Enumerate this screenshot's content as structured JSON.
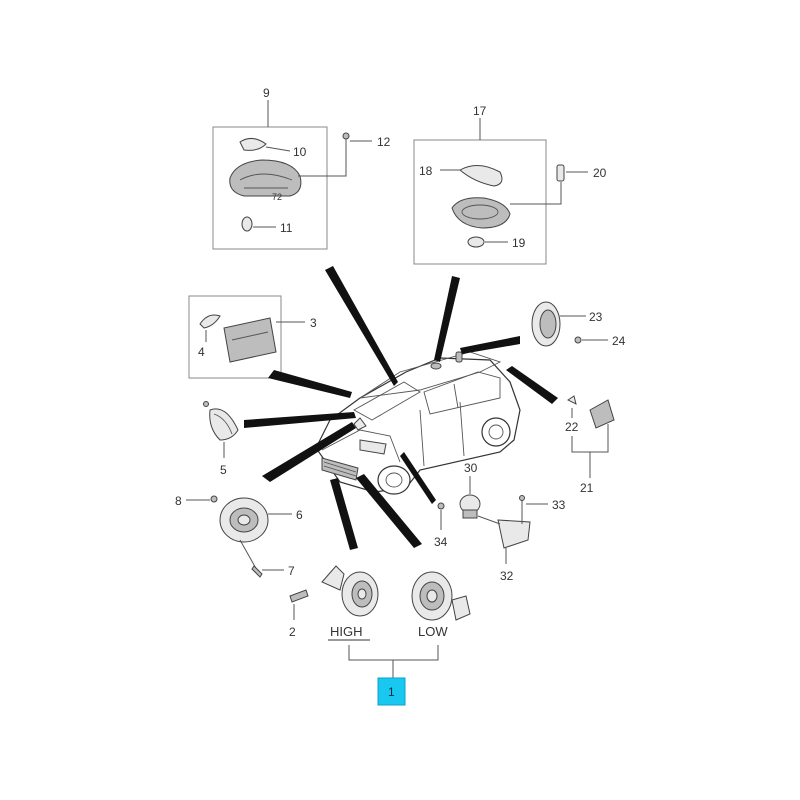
{
  "diagram": {
    "callouts": {
      "c1": "1",
      "c2": "2",
      "c3": "3",
      "c4": "4",
      "c5": "5",
      "c6": "6",
      "c7": "7",
      "c8": "8",
      "c9": "9",
      "c10": "10",
      "c11": "11",
      "c12": "12",
      "c17": "17",
      "c18": "18",
      "c19": "19",
      "c20": "20",
      "c21": "21",
      "c22": "22",
      "c23": "23",
      "c24": "24",
      "c30": "30",
      "c32": "32",
      "c33": "33",
      "c34": "34"
    },
    "horn_labels": {
      "high": "HIGH",
      "low": "LOW"
    },
    "highlight_color": "#19c8f0"
  }
}
